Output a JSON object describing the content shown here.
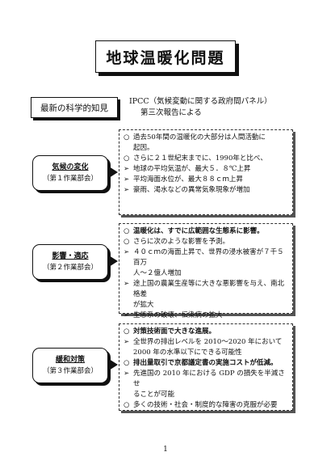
{
  "title": "地球温暖化問題",
  "section": {
    "label": "最新の科学的知見",
    "note_line1": "IPCC（気候変動に関する政府間パネル）",
    "note_line2": "第三次報告による"
  },
  "groups": [
    {
      "name": "気候の変化",
      "sub": "（第１作業部会）",
      "lines": [
        {
          "marker": "○",
          "text": "過去50年間の温暖化の大部分は人間活動に",
          "bold": false,
          "indent": false
        },
        {
          "marker": "",
          "text": "起因。",
          "bold": false,
          "indent": true
        },
        {
          "marker": "○",
          "text": "さらに２１世紀末までに、1990年と比べ、",
          "bold": false,
          "indent": false
        },
        {
          "marker": "➢",
          "text": "地球の平均気温が、最大５．８℃上昇",
          "bold": false,
          "indent": false
        },
        {
          "marker": "➢",
          "text": "平均海面水位が、最大８８ｃｍ上昇",
          "bold": false,
          "indent": false
        },
        {
          "marker": "➢",
          "text": "豪雨、渇水などの異常気象現象が増加",
          "bold": false,
          "indent": false
        }
      ]
    },
    {
      "name": "影響・適応",
      "sub": "（第２作業部会）",
      "lines": [
        {
          "marker": "○",
          "text": "温暖化は、すでに広範囲な生態系に影響。",
          "bold": true,
          "indent": false
        },
        {
          "marker": "○",
          "text": "さらに次のような影響を予測。",
          "bold": false,
          "indent": false
        },
        {
          "marker": "➢",
          "text": "４０ｃｍの海面上昇で、世界の浸水被害が７千５百万",
          "bold": false,
          "indent": false
        },
        {
          "marker": "",
          "text": "人～２億人増加",
          "bold": false,
          "indent": true
        },
        {
          "marker": "➢",
          "text": "途上国の農業生産等に大きな悪影響を与え、南北格差",
          "bold": false,
          "indent": false
        },
        {
          "marker": "",
          "text": "が拡大",
          "bold": false,
          "indent": true
        },
        {
          "marker": "➢",
          "text": "生態系の破壊、伝染病の拡大",
          "bold": false,
          "indent": false
        }
      ]
    },
    {
      "name": "緩和対策",
      "sub": "（第３作業部会）",
      "lines": [
        {
          "marker": "○",
          "text": "対策技術面で大きな進展。",
          "bold": true,
          "indent": false
        },
        {
          "marker": "➢",
          "text": "全世界の排出レベルを 2010～2020 年において",
          "bold": false,
          "indent": false
        },
        {
          "marker": "",
          "text": "2000 年の水準以下にできる可能性",
          "bold": false,
          "indent": true
        },
        {
          "marker": "○",
          "text": "排出量取引で京都議定書の実施コストが低減。",
          "bold": true,
          "indent": false
        },
        {
          "marker": "➢",
          "text": "先進国の 2010 年における GDP の損失を半減させ",
          "bold": false,
          "indent": false
        },
        {
          "marker": "",
          "text": "ることが可能",
          "bold": false,
          "indent": true
        },
        {
          "marker": "○",
          "text": "多くの技術・社会・制度的な障害の克服が必要",
          "bold": false,
          "indent": false
        }
      ]
    }
  ],
  "page_number": "1"
}
